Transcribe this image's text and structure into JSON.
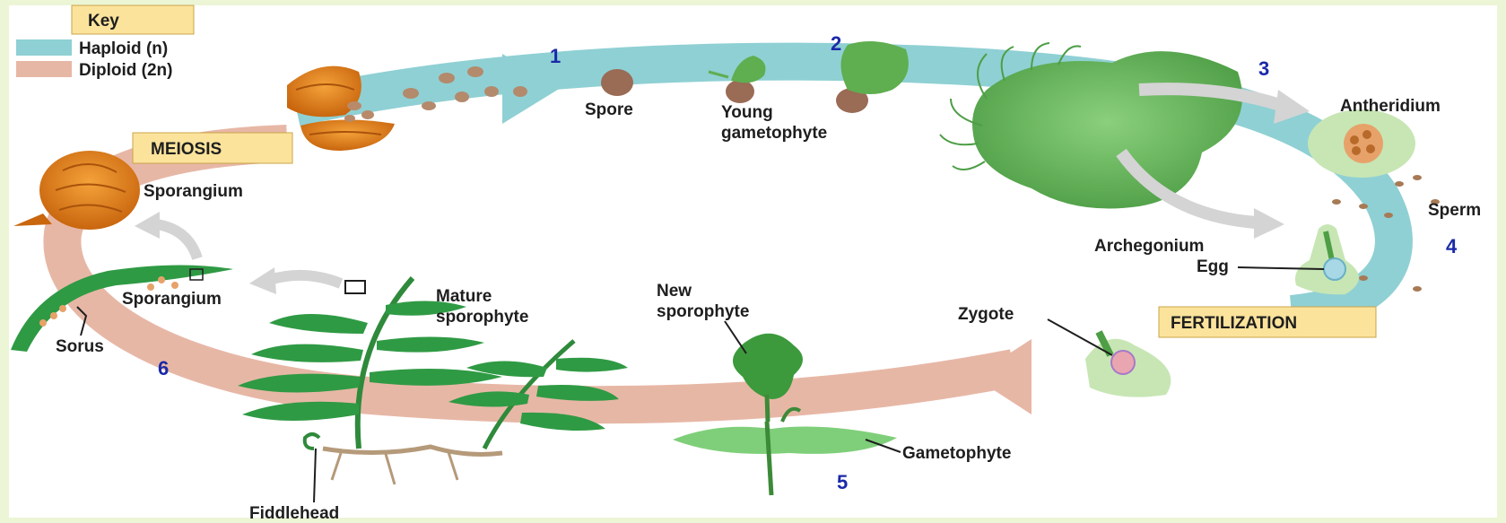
{
  "key": {
    "title": "Key",
    "haploid": "Haploid (n)",
    "diploid": "Diploid (2n)",
    "haploid_color": "#8fd0d4",
    "diploid_color": "#e7b7a6"
  },
  "process_boxes": {
    "meiosis": "MEIOSIS",
    "fertilization": "FERTILIZATION",
    "box_color": "#fbe39c"
  },
  "step_numbers": [
    "1",
    "2",
    "3",
    "4",
    "5",
    "6"
  ],
  "labels": {
    "spore": "Spore",
    "young_gametophyte_1": "Young",
    "young_gametophyte_2": "gametophyte",
    "antheridium": "Antheridium",
    "sperm": "Sperm",
    "archegonium": "Archegonium",
    "egg": "Egg",
    "zygote": "Zygote",
    "new_sporophyte_1": "New",
    "new_sporophyte_2": "sporophyte",
    "gametophyte": "Gametophyte",
    "mature_sporophyte_1": "Mature",
    "mature_sporophyte_2": "sporophyte",
    "fiddlehead": "Fiddlehead",
    "sporangium_top": "Sporangium",
    "sporangium_leaf": "Sporangium",
    "sorus": "Sorus"
  },
  "icons": [
    "sporangium-icon",
    "gametophyte-icon",
    "fern-frond-icon",
    "egg-icon",
    "zygote-icon"
  ]
}
